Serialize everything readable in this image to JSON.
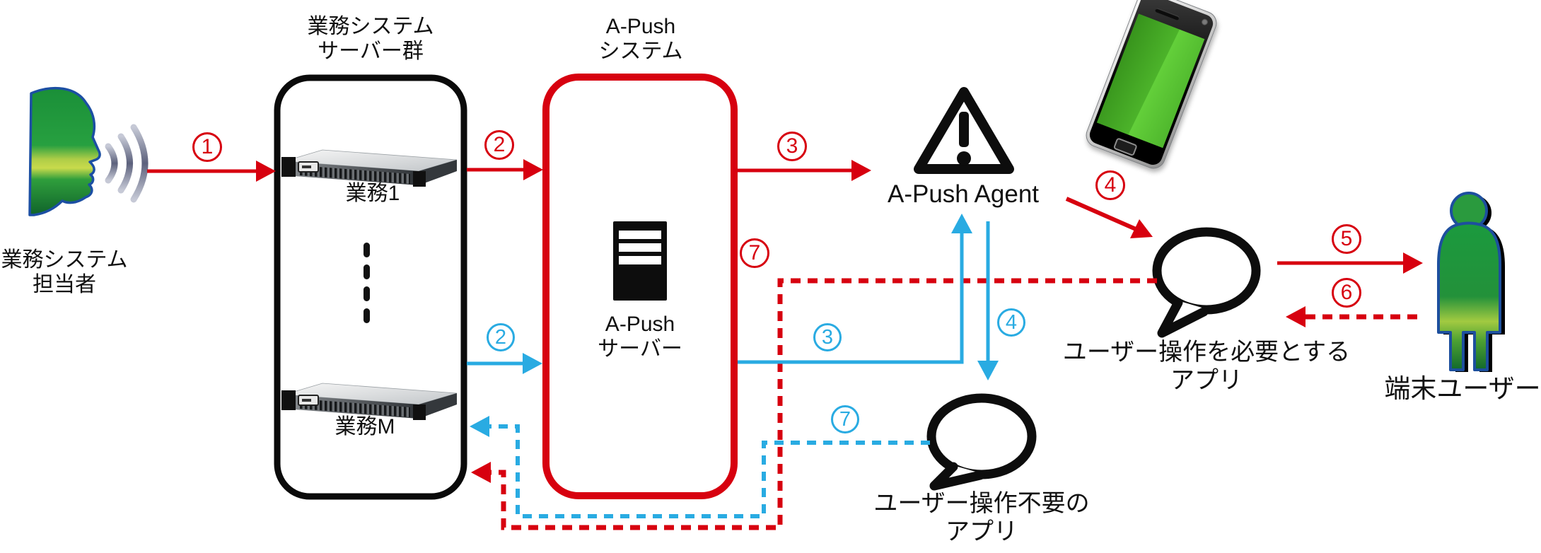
{
  "colors": {
    "arrow_red": "#d7000f",
    "arrow_blue": "#29abe2",
    "outline_black": "#0d0d0d",
    "actor_green": "#2fa33c",
    "actor_outline_blue": "#1c4fa3",
    "phone_screen_green": "#4cb32a"
  },
  "actor": {
    "icon": "speaking-head-icon",
    "label_line1": "業務システム",
    "label_line2": "担当者"
  },
  "server_group": {
    "title_line1": "業務システム",
    "title_line2": "サーバー群",
    "server1_label": "業務1",
    "serverM_label": "業務M",
    "ellipsis": "⋮"
  },
  "apush_system": {
    "title_line1": "A-Push",
    "title_line2": "システム",
    "server_label_line1": "A-Push",
    "server_label_line2": "サーバー"
  },
  "agent": {
    "icon": "warning-triangle-icon",
    "label": "A-Push Agent"
  },
  "apps": {
    "user_required": {
      "icon": "speech-bubble-icon",
      "label_line1": "ユーザー操作を必要とする",
      "label_line2": "アプリ"
    },
    "no_user_action": {
      "icon": "speech-bubble-icon",
      "label_line1": "ユーザー操作不要の",
      "label_line2": "アプリ"
    }
  },
  "end_user": {
    "icon": "person-icon",
    "label": "端末ユーザー"
  },
  "device": {
    "icon": "smartphone-icon"
  },
  "flow_steps": {
    "red": [
      {
        "n": "1"
      },
      {
        "n": "2"
      },
      {
        "n": "3"
      },
      {
        "n": "4"
      },
      {
        "n": "5"
      },
      {
        "n": "6"
      },
      {
        "n": "7"
      }
    ],
    "blue": [
      {
        "n": "2"
      },
      {
        "n": "3"
      },
      {
        "n": "4"
      },
      {
        "n": "7"
      }
    ]
  }
}
